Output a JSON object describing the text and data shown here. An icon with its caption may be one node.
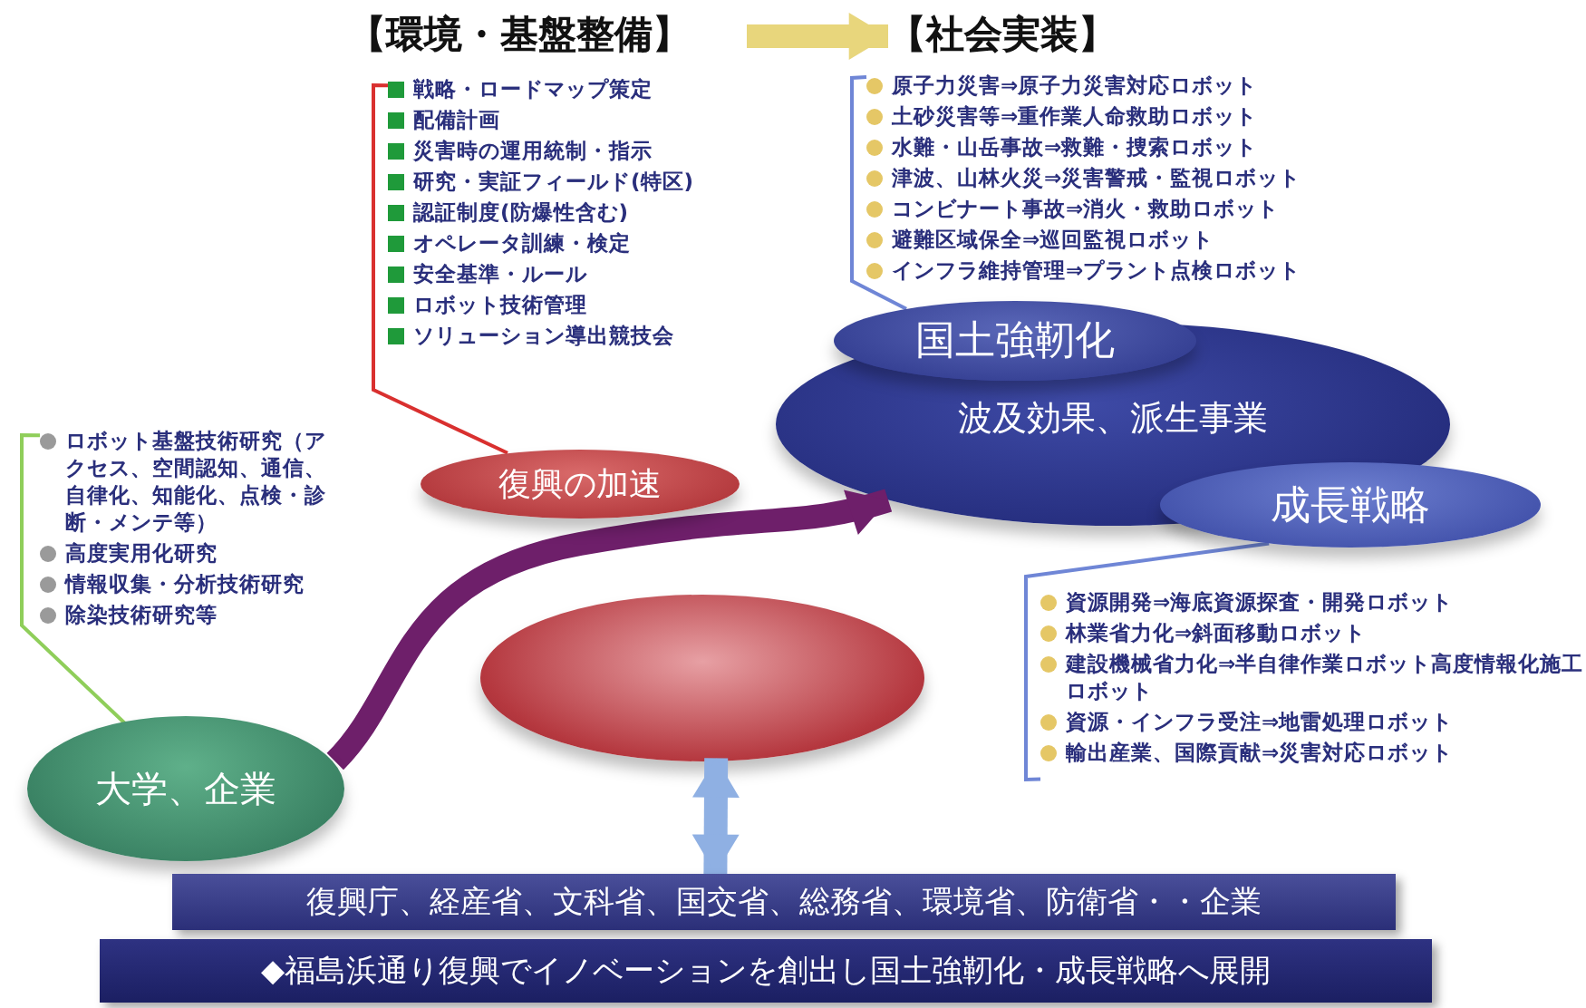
{
  "diagram": {
    "nodes": [
      {
        "text": [
          "【環境・基盤整備】"
        ]
      },
      {
        "text": [
          "【社会実装】"
        ]
      },
      {
        "text": [
          "戦略・ロードマップ策定",
          "配備計画",
          "災害時の運用統制・指示",
          "研究・実証フィールド(特区)",
          "認証制度(防爆性含む)",
          "オペレータ訓練・検定",
          "安全基準・ルール",
          "ロボット技術管理",
          "ソリューション導出競技会"
        ]
      },
      {
        "text": [
          "原子力災害⇒原子力災害対応ロボット",
          "土砂災害等⇒重作業人命救助ロボット",
          "水難・山岳事故⇒救難・捜索ロボット",
          "津波、山林火災⇒災害警戒・監視ロボット",
          "コンビナート事故⇒消火・救助ロボット",
          "避難区域保全⇒巡回監視ロボット",
          "インフラ維持管理⇒プラント点検ロボット"
        ]
      },
      {
        "text": [
          "国土強靭化"
        ]
      },
      {
        "text": [
          "波及効果、派生事業"
        ]
      },
      {
        "text": [
          "成長戦略"
        ]
      },
      {
        "text": [
          "ロボット基盤技術研究（アクセス、空間認知、通信、自律化、知能化、点検・診断・メンテ等）",
          "高度実用化研究",
          "情報収集・分析技術研究",
          "除染技術研究等"
        ]
      },
      {
        "text": [
          "復興の加速"
        ]
      },
      {
        "text": [],
        "shape": "ellipse"
      },
      {
        "text": [
          "資源開発⇒海底資源探査・開発ロボット",
          "林業省力化⇒斜面移動ロボット",
          "建設機械省力化⇒半自律作業ロボット高度情報化施工ロボット",
          "資源・インフラ受注⇒地雷処理ロボット",
          "輸出産業、国際貢献⇒災害対応ロボット"
        ]
      },
      {
        "text": [
          "大学、企業"
        ]
      },
      {
        "text": [
          "復興庁、経産省、文科省、国交省、総務省、環境省、防衛省・・企業"
        ]
      },
      {
        "text": [
          "◆福島浜通り復興でイノベーションを創出し国土強靭化・成長戦略へ展開"
        ]
      }
    ],
    "edges": [
      {
        "from": 0,
        "to": 1,
        "arrow": "to",
        "style": "thick",
        "color": "#e8d67c"
      },
      {
        "from": 2,
        "to": 8,
        "arrow": "none",
        "color": "#d9302f"
      },
      {
        "from": 3,
        "to": 4,
        "arrow": "none",
        "color": "#6f86d6"
      },
      {
        "from": 10,
        "to": 6,
        "arrow": "none",
        "color": "#6f86d6"
      },
      {
        "from": 7,
        "to": 11,
        "arrow": "none",
        "color": "#8fce5a"
      },
      {
        "from": 11,
        "to": 5,
        "arrow": "to",
        "style": "thick",
        "color": "#6e1f6a"
      },
      {
        "from": 12,
        "to": 9,
        "arrow": "both",
        "style": "thick",
        "color": "#8fb0e3"
      }
    ]
  }
}
